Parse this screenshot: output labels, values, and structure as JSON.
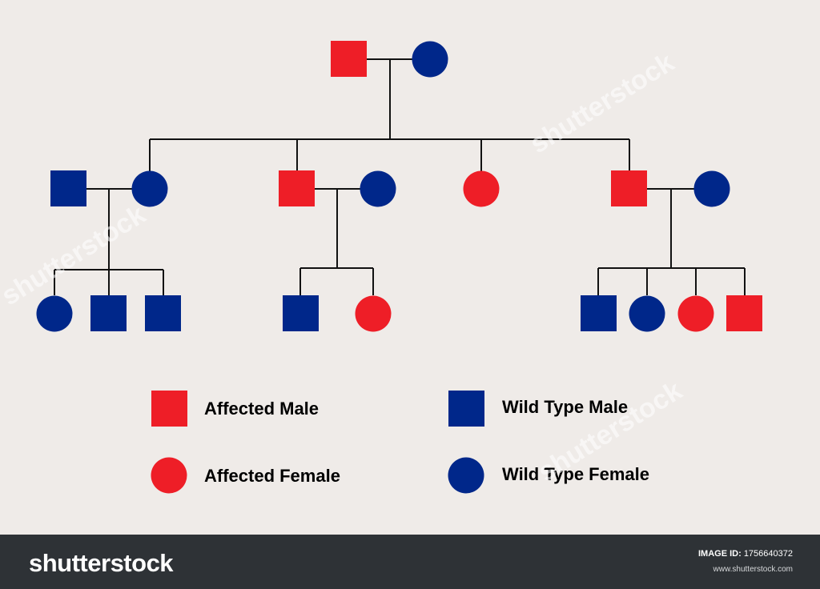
{
  "colors": {
    "affected": "#ee1e27",
    "wild_type": "#00278a",
    "line": "#111111",
    "background": "#efebe8",
    "footer": "#2e3236"
  },
  "legend": {
    "affected_male": "Affected Male",
    "wild_type_male": "Wild Type Male",
    "affected_female": "Affected Female",
    "wild_type_female": "Wild Type Female"
  },
  "pedigree": {
    "generation_1": [
      {
        "sex": "male",
        "status": "affected"
      },
      {
        "sex": "female",
        "status": "wild_type"
      }
    ],
    "generation_2": [
      {
        "sex": "male",
        "status": "wild_type",
        "role": "spouse"
      },
      {
        "sex": "female",
        "status": "wild_type",
        "role": "child"
      },
      {
        "sex": "male",
        "status": "affected",
        "role": "child"
      },
      {
        "sex": "female",
        "status": "wild_type",
        "role": "spouse"
      },
      {
        "sex": "female",
        "status": "affected",
        "role": "child"
      },
      {
        "sex": "male",
        "status": "affected",
        "role": "child"
      },
      {
        "sex": "female",
        "status": "wild_type",
        "role": "spouse"
      }
    ],
    "generation_3": [
      {
        "family": 1,
        "sex": "female",
        "status": "wild_type"
      },
      {
        "family": 1,
        "sex": "male",
        "status": "wild_type"
      },
      {
        "family": 1,
        "sex": "male",
        "status": "wild_type"
      },
      {
        "family": 2,
        "sex": "male",
        "status": "wild_type"
      },
      {
        "family": 2,
        "sex": "female",
        "status": "affected"
      },
      {
        "family": 3,
        "sex": "male",
        "status": "wild_type"
      },
      {
        "family": 3,
        "sex": "female",
        "status": "wild_type"
      },
      {
        "family": 3,
        "sex": "female",
        "status": "affected"
      },
      {
        "family": 3,
        "sex": "male",
        "status": "affected"
      }
    ]
  },
  "footer": {
    "logo": "shutterstock",
    "image_id_label": "IMAGE ID:",
    "image_id": "1756640372",
    "site": "www.shutterstock.com"
  },
  "watermark_text": "shutterstock"
}
